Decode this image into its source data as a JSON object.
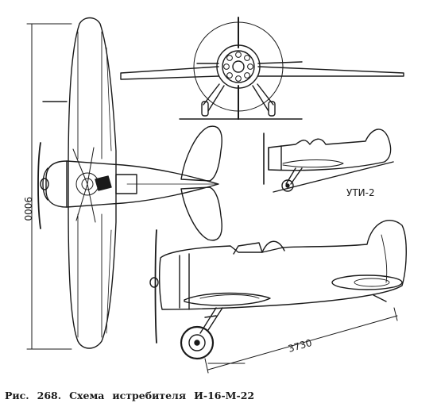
{
  "figure": {
    "dimensions": {
      "wingspan": "9000",
      "length": "3730"
    },
    "inset_label": "УТИ-2",
    "caption": {
      "prefix": "Рис.",
      "number": "268.",
      "word1": "Схема",
      "word2": "истребителя",
      "model": "И-16-М-22"
    }
  }
}
